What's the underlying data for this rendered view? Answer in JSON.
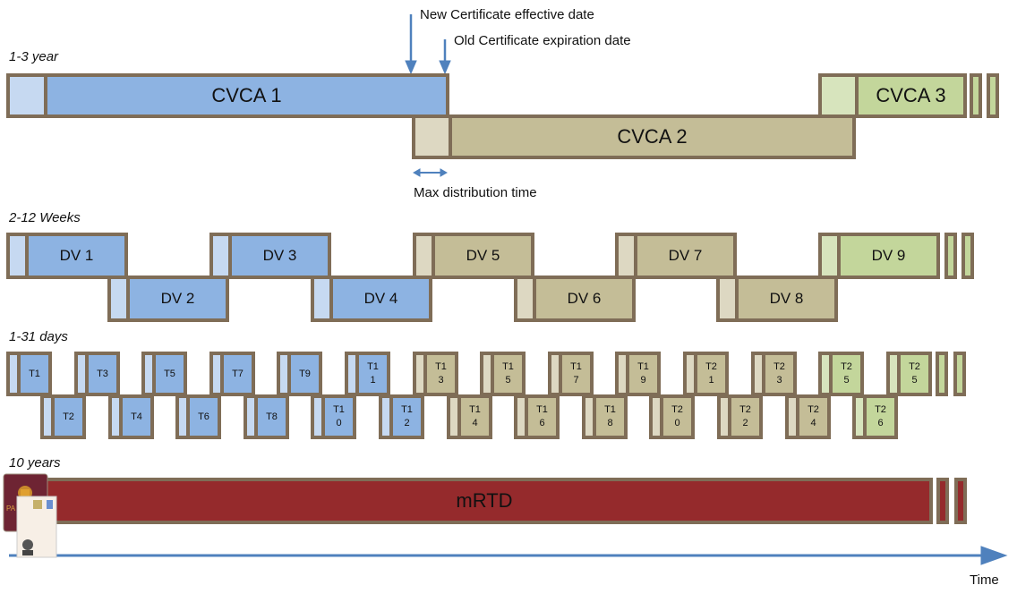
{
  "annotations": {
    "new_cert": "New Certificate effective date",
    "old_cert": "Old Certificate expiration date",
    "max_dist": "Max distribution time",
    "time_axis": "Time"
  },
  "rows": {
    "cvca": {
      "label": "1-3 year",
      "items": [
        "CVCA 1",
        "CVCA 2",
        "CVCA 3"
      ]
    },
    "dv": {
      "label": "2-12 Weeks",
      "items": [
        "DV 1",
        "DV 2",
        "DV 3",
        "DV 4",
        "DV 5",
        "DV 6",
        "DV 7",
        "DV 8",
        "DV 9"
      ]
    },
    "terminal": {
      "label": "1-31 days",
      "items": [
        "T1",
        "T2",
        "T3",
        "T4",
        "T5",
        "T6",
        "T7",
        "T8",
        "T9",
        "T1\n0",
        "T1\n1",
        "T1\n2",
        "T1\n3",
        "T1\n4",
        "T1\n5",
        "T1\n6",
        "T1\n7",
        "T1\n8",
        "T1\n9",
        "T2\n0",
        "T2\n1",
        "T2\n2",
        "T2\n3",
        "T2\n4",
        "T2\n5",
        "T2\n6",
        "T2\n5"
      ]
    },
    "mrtd": {
      "label": "10 years",
      "item": "mRTD"
    }
  },
  "colors": {
    "border": "#7f6d57",
    "blue": "#8db3e2",
    "blue_light": "#c6d9f1",
    "tan": "#c4bd97",
    "tan_light": "#ddd8c2",
    "green": "#c3d69b",
    "green_light": "#d7e4bd",
    "red": "#952a2c",
    "arrow": "#4f81bd"
  }
}
